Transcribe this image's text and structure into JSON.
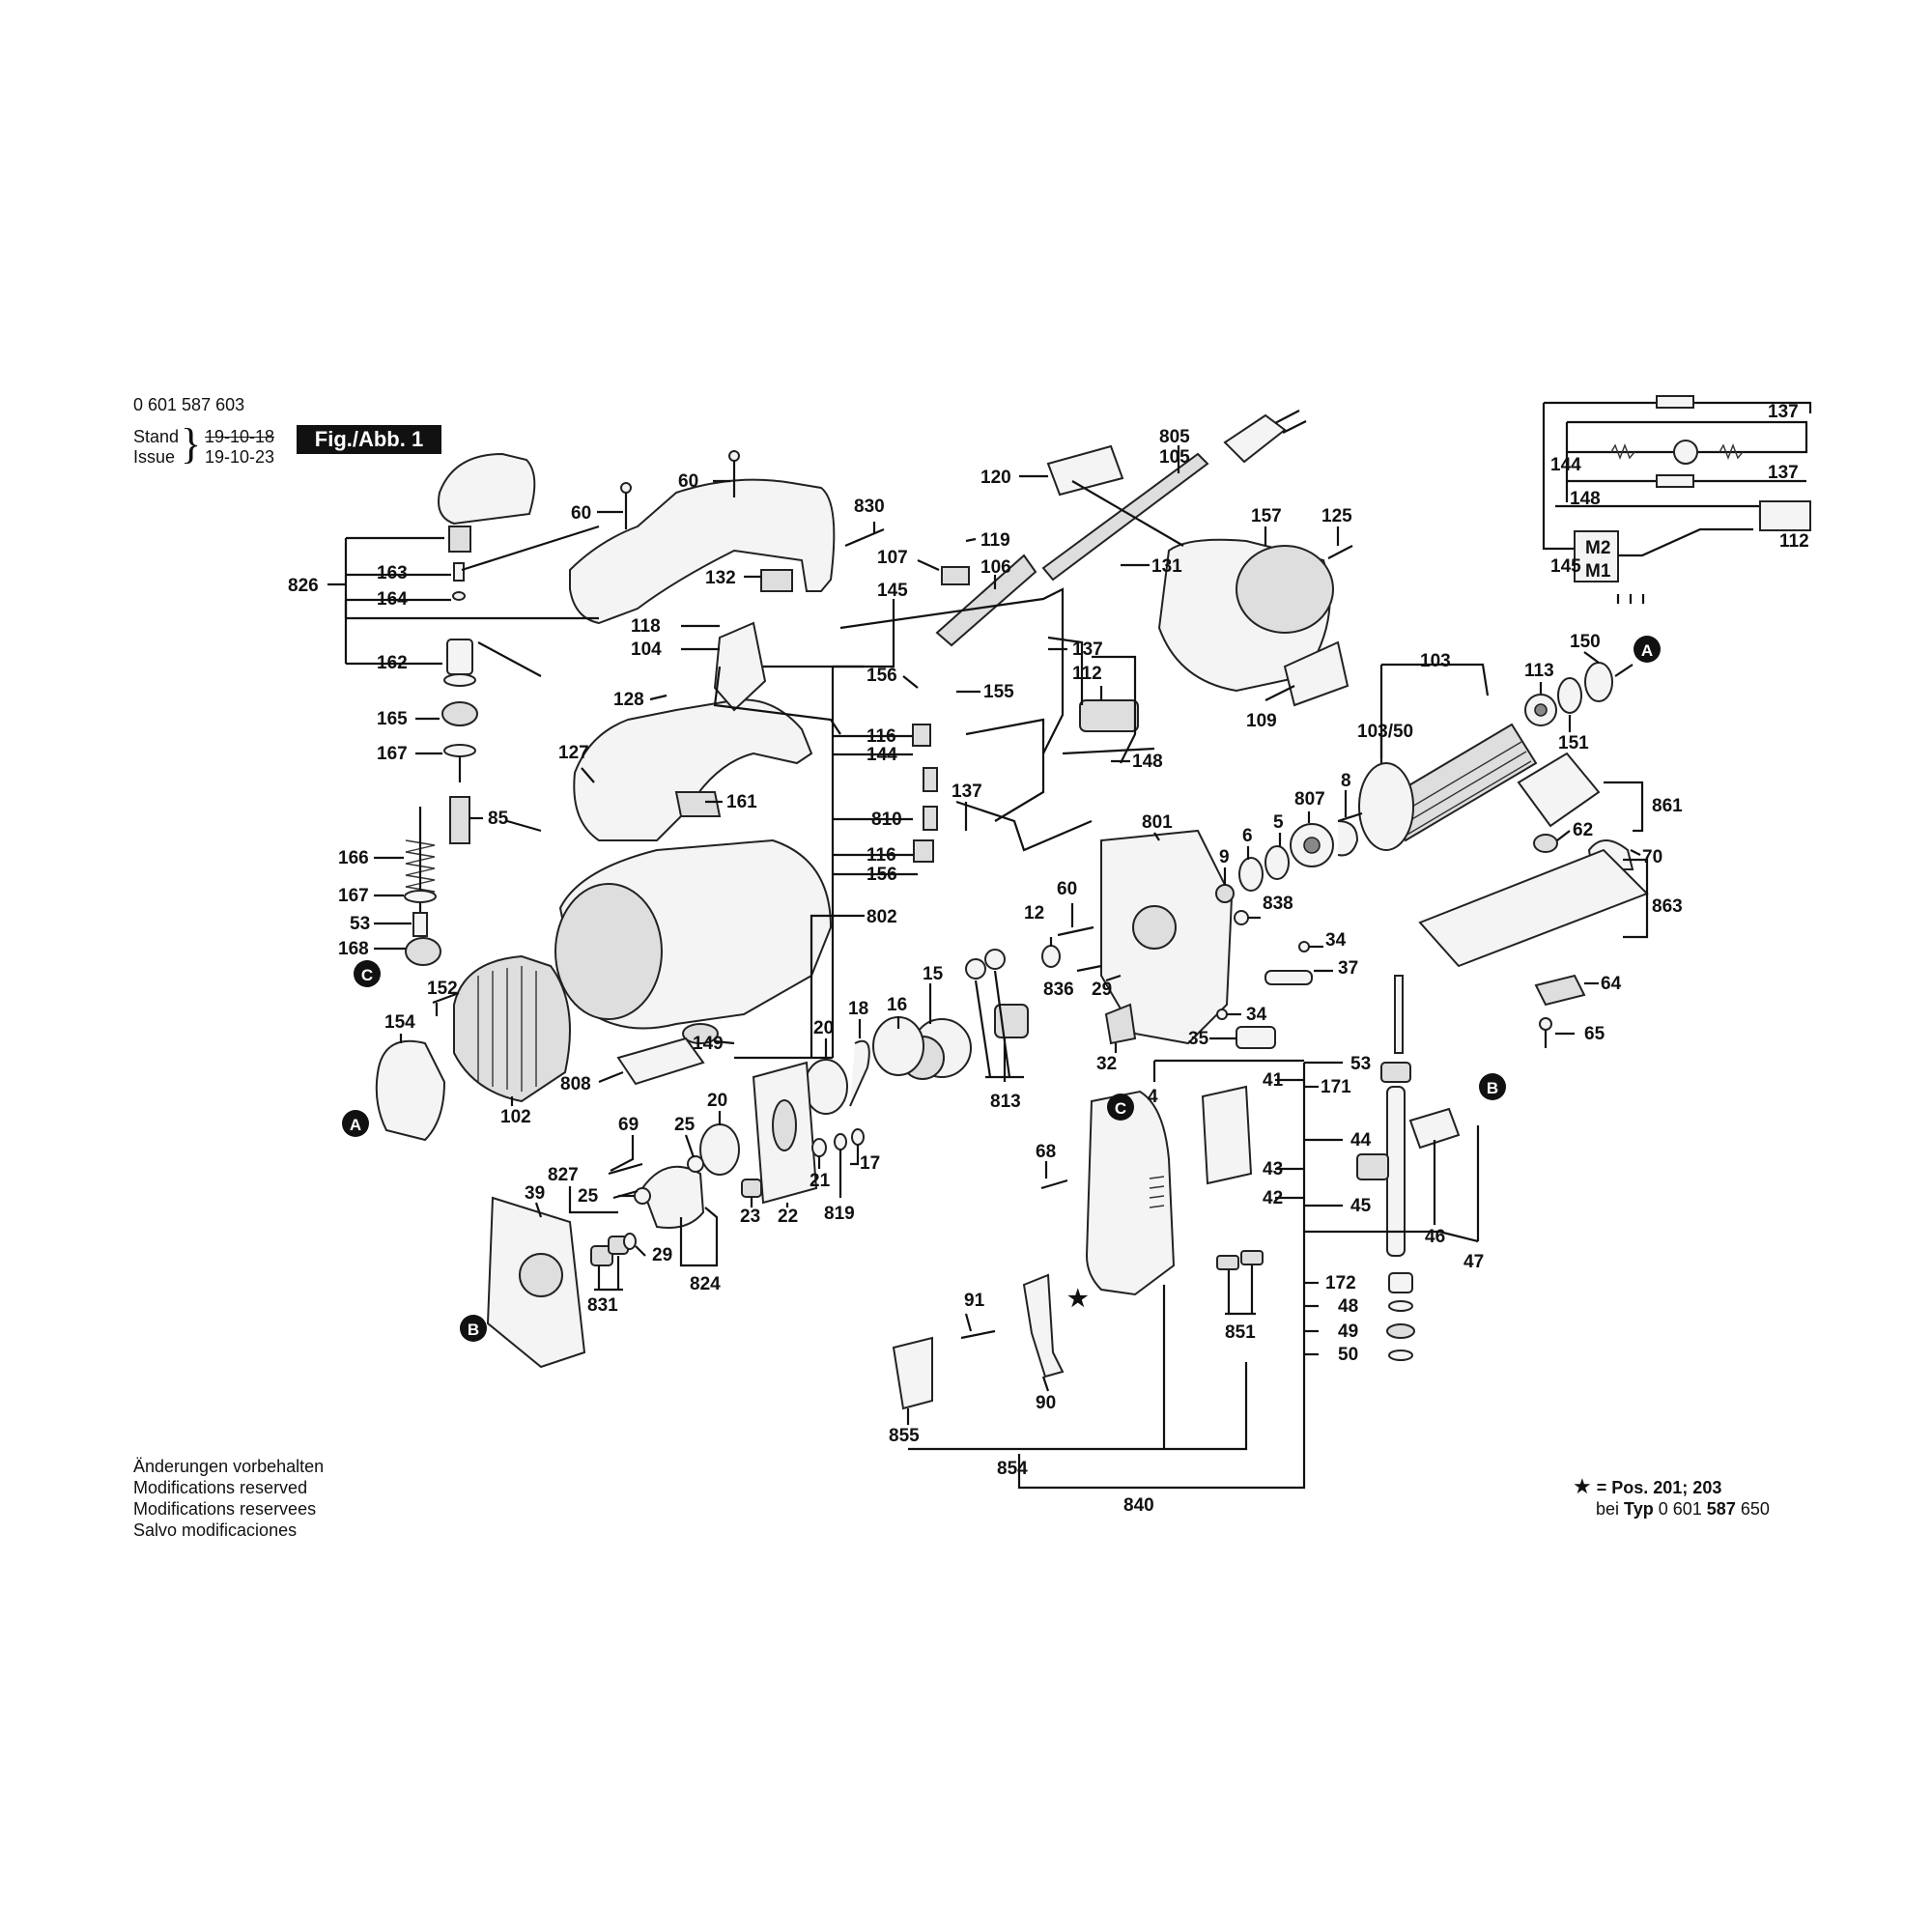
{
  "header": {
    "part_number": "0 601 587 603",
    "stand_label": "Stand",
    "issue_label": "Issue",
    "stand_date": "19-10-18",
    "issue_date": "19-10-23",
    "figure_label": "Fig./Abb. 1"
  },
  "footer": {
    "notes": [
      "Änderungen vorbehalten",
      "Modifications reserved",
      "Modifications reservees",
      "Salvo modificaciones"
    ]
  },
  "star_note": {
    "star": "★",
    "text_bold": "= Pos. 201; 203",
    "bei": "bei",
    "typ": "Typ",
    "typ_prefix": "0 601",
    "typ_bold": "587",
    "typ_suffix": "650"
  },
  "callouts": {
    "c60a": "60",
    "c60b": "60",
    "c830": "830",
    "c826": "826",
    "c163": "163",
    "c164": "164",
    "c162": "162",
    "c165": "165",
    "c167a": "167",
    "c85": "85",
    "c166": "166",
    "c167b": "167",
    "c53a": "53",
    "c168": "168",
    "cCa": "C",
    "c152": "152",
    "c154": "154",
    "cAa": "A",
    "c102": "102",
    "c127": "127",
    "c161": "161",
    "c132": "132",
    "c118": "118",
    "c104": "104",
    "c128": "128",
    "c145": "145",
    "c107": "107",
    "c119": "119",
    "c106": "106",
    "c120": "120",
    "c805": "805",
    "c105": "105",
    "c131": "131",
    "c157": "157",
    "c125": "125",
    "c109": "109",
    "c137a": "137",
    "c112a": "112",
    "c148a": "148",
    "c156a": "156",
    "c155": "155",
    "c116a": "116",
    "c144a": "144",
    "c810": "810",
    "c137b": "137",
    "c116b": "116",
    "c156b": "156",
    "c802": "802",
    "c149": "149",
    "c808": "808",
    "c103": "103",
    "c10350": "103/50",
    "c113": "113",
    "c150": "150",
    "cAb": "A",
    "c151": "151",
    "c861": "861",
    "c62": "62",
    "c70": "70",
    "c863": "863",
    "c64": "64",
    "c65": "65",
    "c801": "801",
    "c807": "807",
    "c8": "8",
    "c5": "5",
    "c6": "6",
    "c9": "9",
    "c838": "838",
    "c60c": "60",
    "c12": "12",
    "c836": "836",
    "c29a": "29",
    "c34a": "34",
    "c37": "37",
    "c34b": "34",
    "c35": "35",
    "c32": "32",
    "c15": "15",
    "c813": "813",
    "c18": "18",
    "c16": "16",
    "c20a": "20",
    "c20b": "20",
    "c25a": "25",
    "c25b": "25",
    "c69": "69",
    "c827": "827",
    "c39": "39",
    "cBa": "B",
    "c831": "831",
    "c29b": "29",
    "c824": "824",
    "c23": "23",
    "c22": "22",
    "c21": "21",
    "c819": "819",
    "c17": "17",
    "c53b": "53",
    "c171": "171",
    "cCb": "C",
    "c4": "4",
    "c41": "41",
    "c43": "43",
    "c42": "42",
    "c44": "44",
    "c45": "45",
    "c46": "46",
    "c47": "47",
    "cBb": "B",
    "c68": "68",
    "c172": "172",
    "c48": "48",
    "c49": "49",
    "c50": "50",
    "c91": "91",
    "c90": "90",
    "c851": "851",
    "c855": "855",
    "c854": "854",
    "c840": "840",
    "cstar": "★"
  },
  "schematic": {
    "r137a": "137",
    "r137b": "137",
    "r144": "144",
    "r148": "148",
    "r145": "145",
    "m2": "M2",
    "m1": "M1",
    "r112": "112"
  }
}
